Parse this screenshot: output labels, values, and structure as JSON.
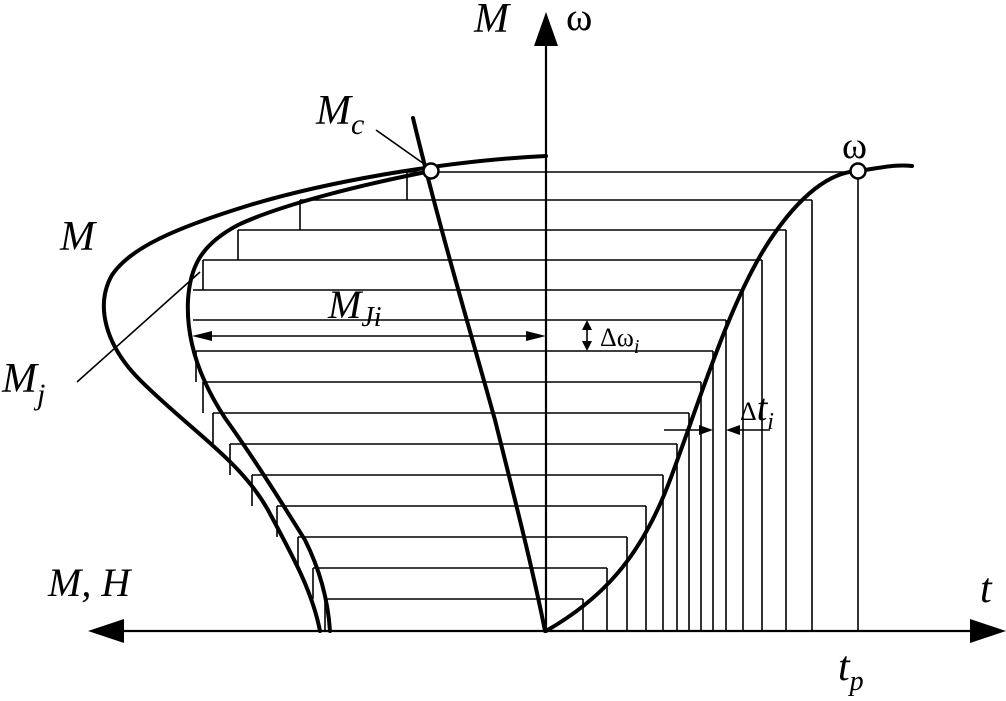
{
  "labels": {
    "m_axis": "M",
    "omega_axis": "ω",
    "mc_main": "M",
    "mc_sub": "c",
    "omega_curve": "ω",
    "m_curve": "M",
    "mj_main": "M",
    "mj_sub": "j",
    "mji_main": "M",
    "mji_sub": "Ji",
    "d_omega_main": "Δω",
    "d_omega_sub": "i",
    "dt_delta": "Δ",
    "dt_t": "t",
    "dt_sub": "i",
    "mh_axis": "M, H",
    "t_axis": "t",
    "tp_main": "t",
    "tp_sub": "p"
  },
  "colors": {
    "ink": "#000000",
    "background": "#ffffff"
  }
}
